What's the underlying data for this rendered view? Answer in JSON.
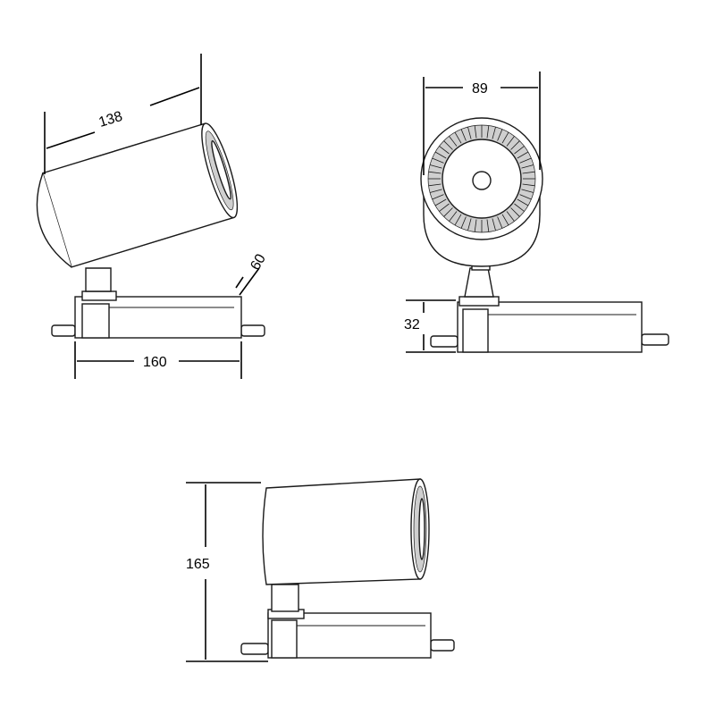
{
  "dimensions": {
    "side_length": "138",
    "side_depth": "60",
    "base_length": "160",
    "front_width": "89",
    "base_height": "32",
    "total_height": "165"
  }
}
